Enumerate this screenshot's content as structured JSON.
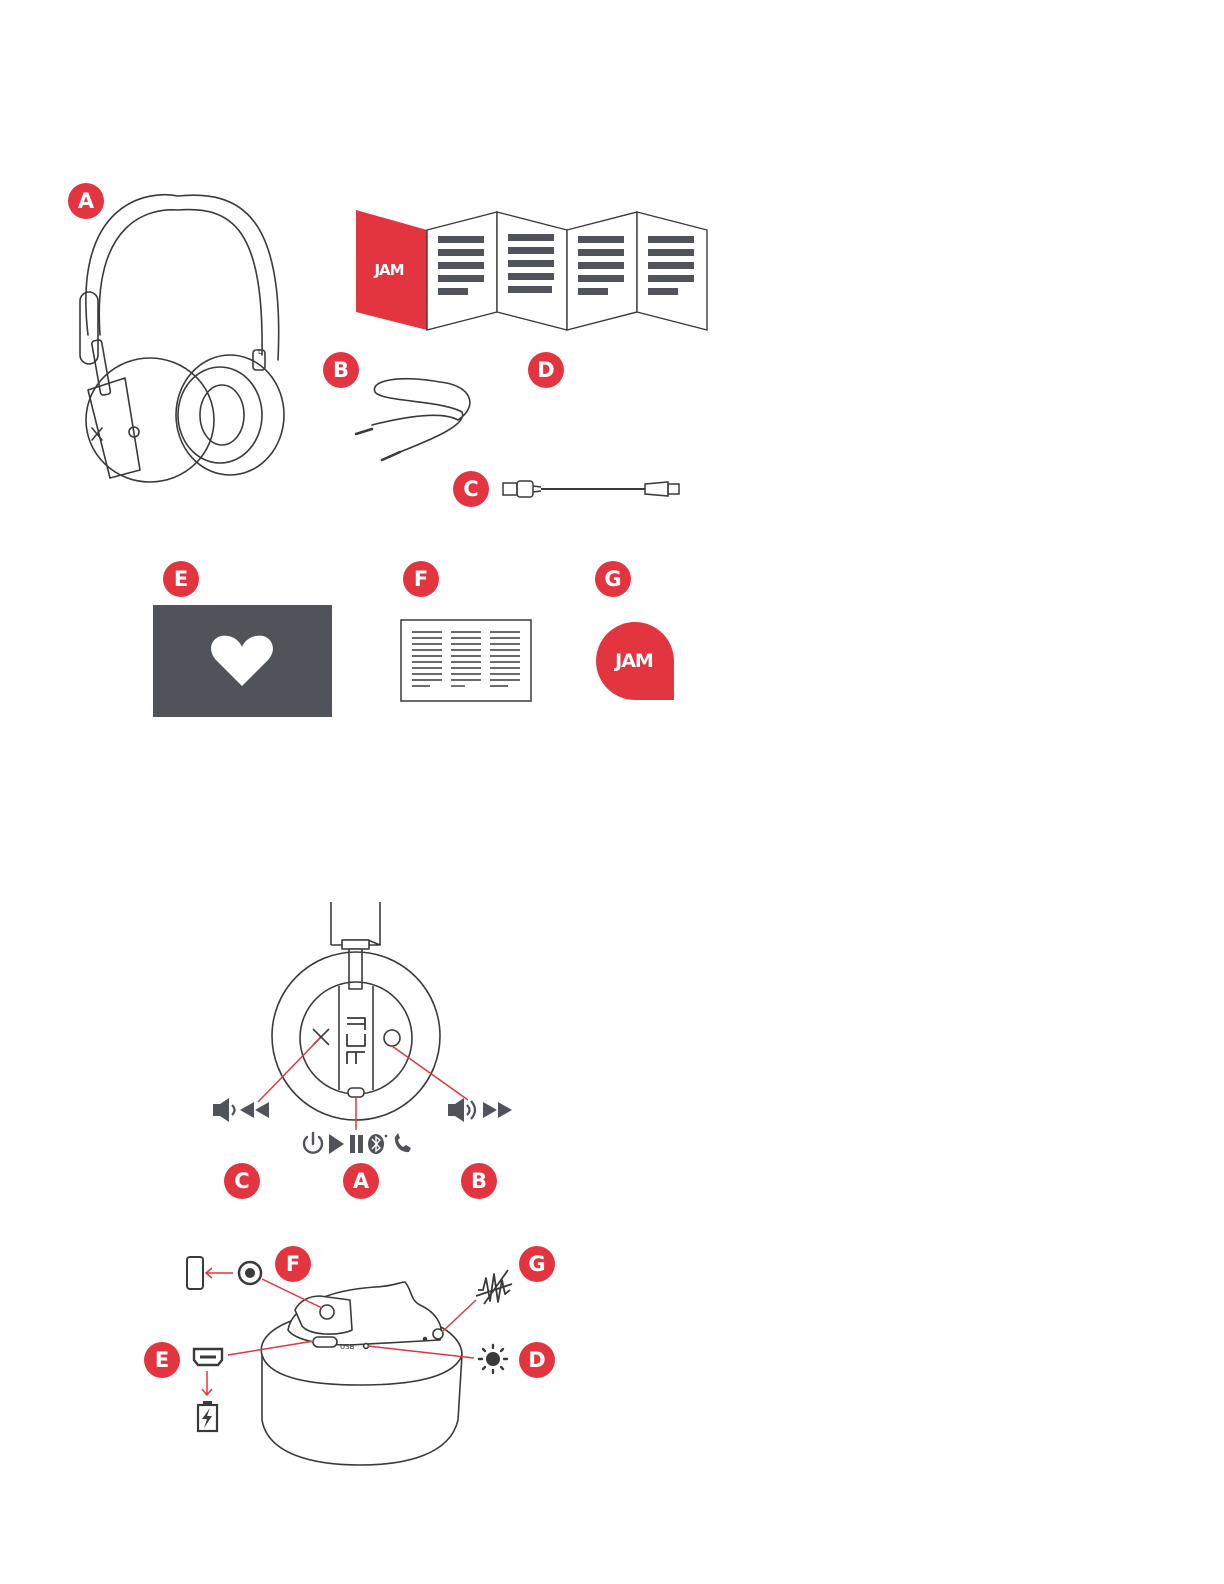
{
  "colors": {
    "accent": "#e3353f",
    "line": "#3a3a3a",
    "dark": "#51535b",
    "white": "#ffffff"
  },
  "contents_labels": {
    "headphones": "A",
    "audio_cable": "B",
    "usb_cable": "C",
    "manual": "D",
    "card": "E",
    "leaflet": "F",
    "sticker": "G"
  },
  "controls_labels": {
    "multifunction_button": "A",
    "volume_up_button": "B",
    "volume_down_button": "C"
  },
  "ports_labels": {
    "led_indicator": "D",
    "usb_port": "E",
    "aux_jack": "F",
    "microphone": "G"
  },
  "brand": {
    "logo_text": "JAM"
  },
  "headphone_marks": {
    "left_marker": "L",
    "usb_text": "USB"
  },
  "icons": {
    "volume_down": "volume-down-icon",
    "rewind": "rewind-icon",
    "volume_up": "volume-up-icon",
    "fast_forward": "fast-forward-icon",
    "power": "power-icon",
    "play_pause": "play-pause-icon",
    "bluetooth": "bluetooth-icon",
    "phone_call": "phone-call-icon",
    "smartphone": "smartphone-icon",
    "aux_jack": "aux-jack-icon",
    "usb_port": "usb-port-icon",
    "battery_charging": "battery-charging-icon",
    "microphone_noise": "microphone-noise-icon",
    "led_light": "led-light-icon",
    "heart": "heart-icon"
  }
}
